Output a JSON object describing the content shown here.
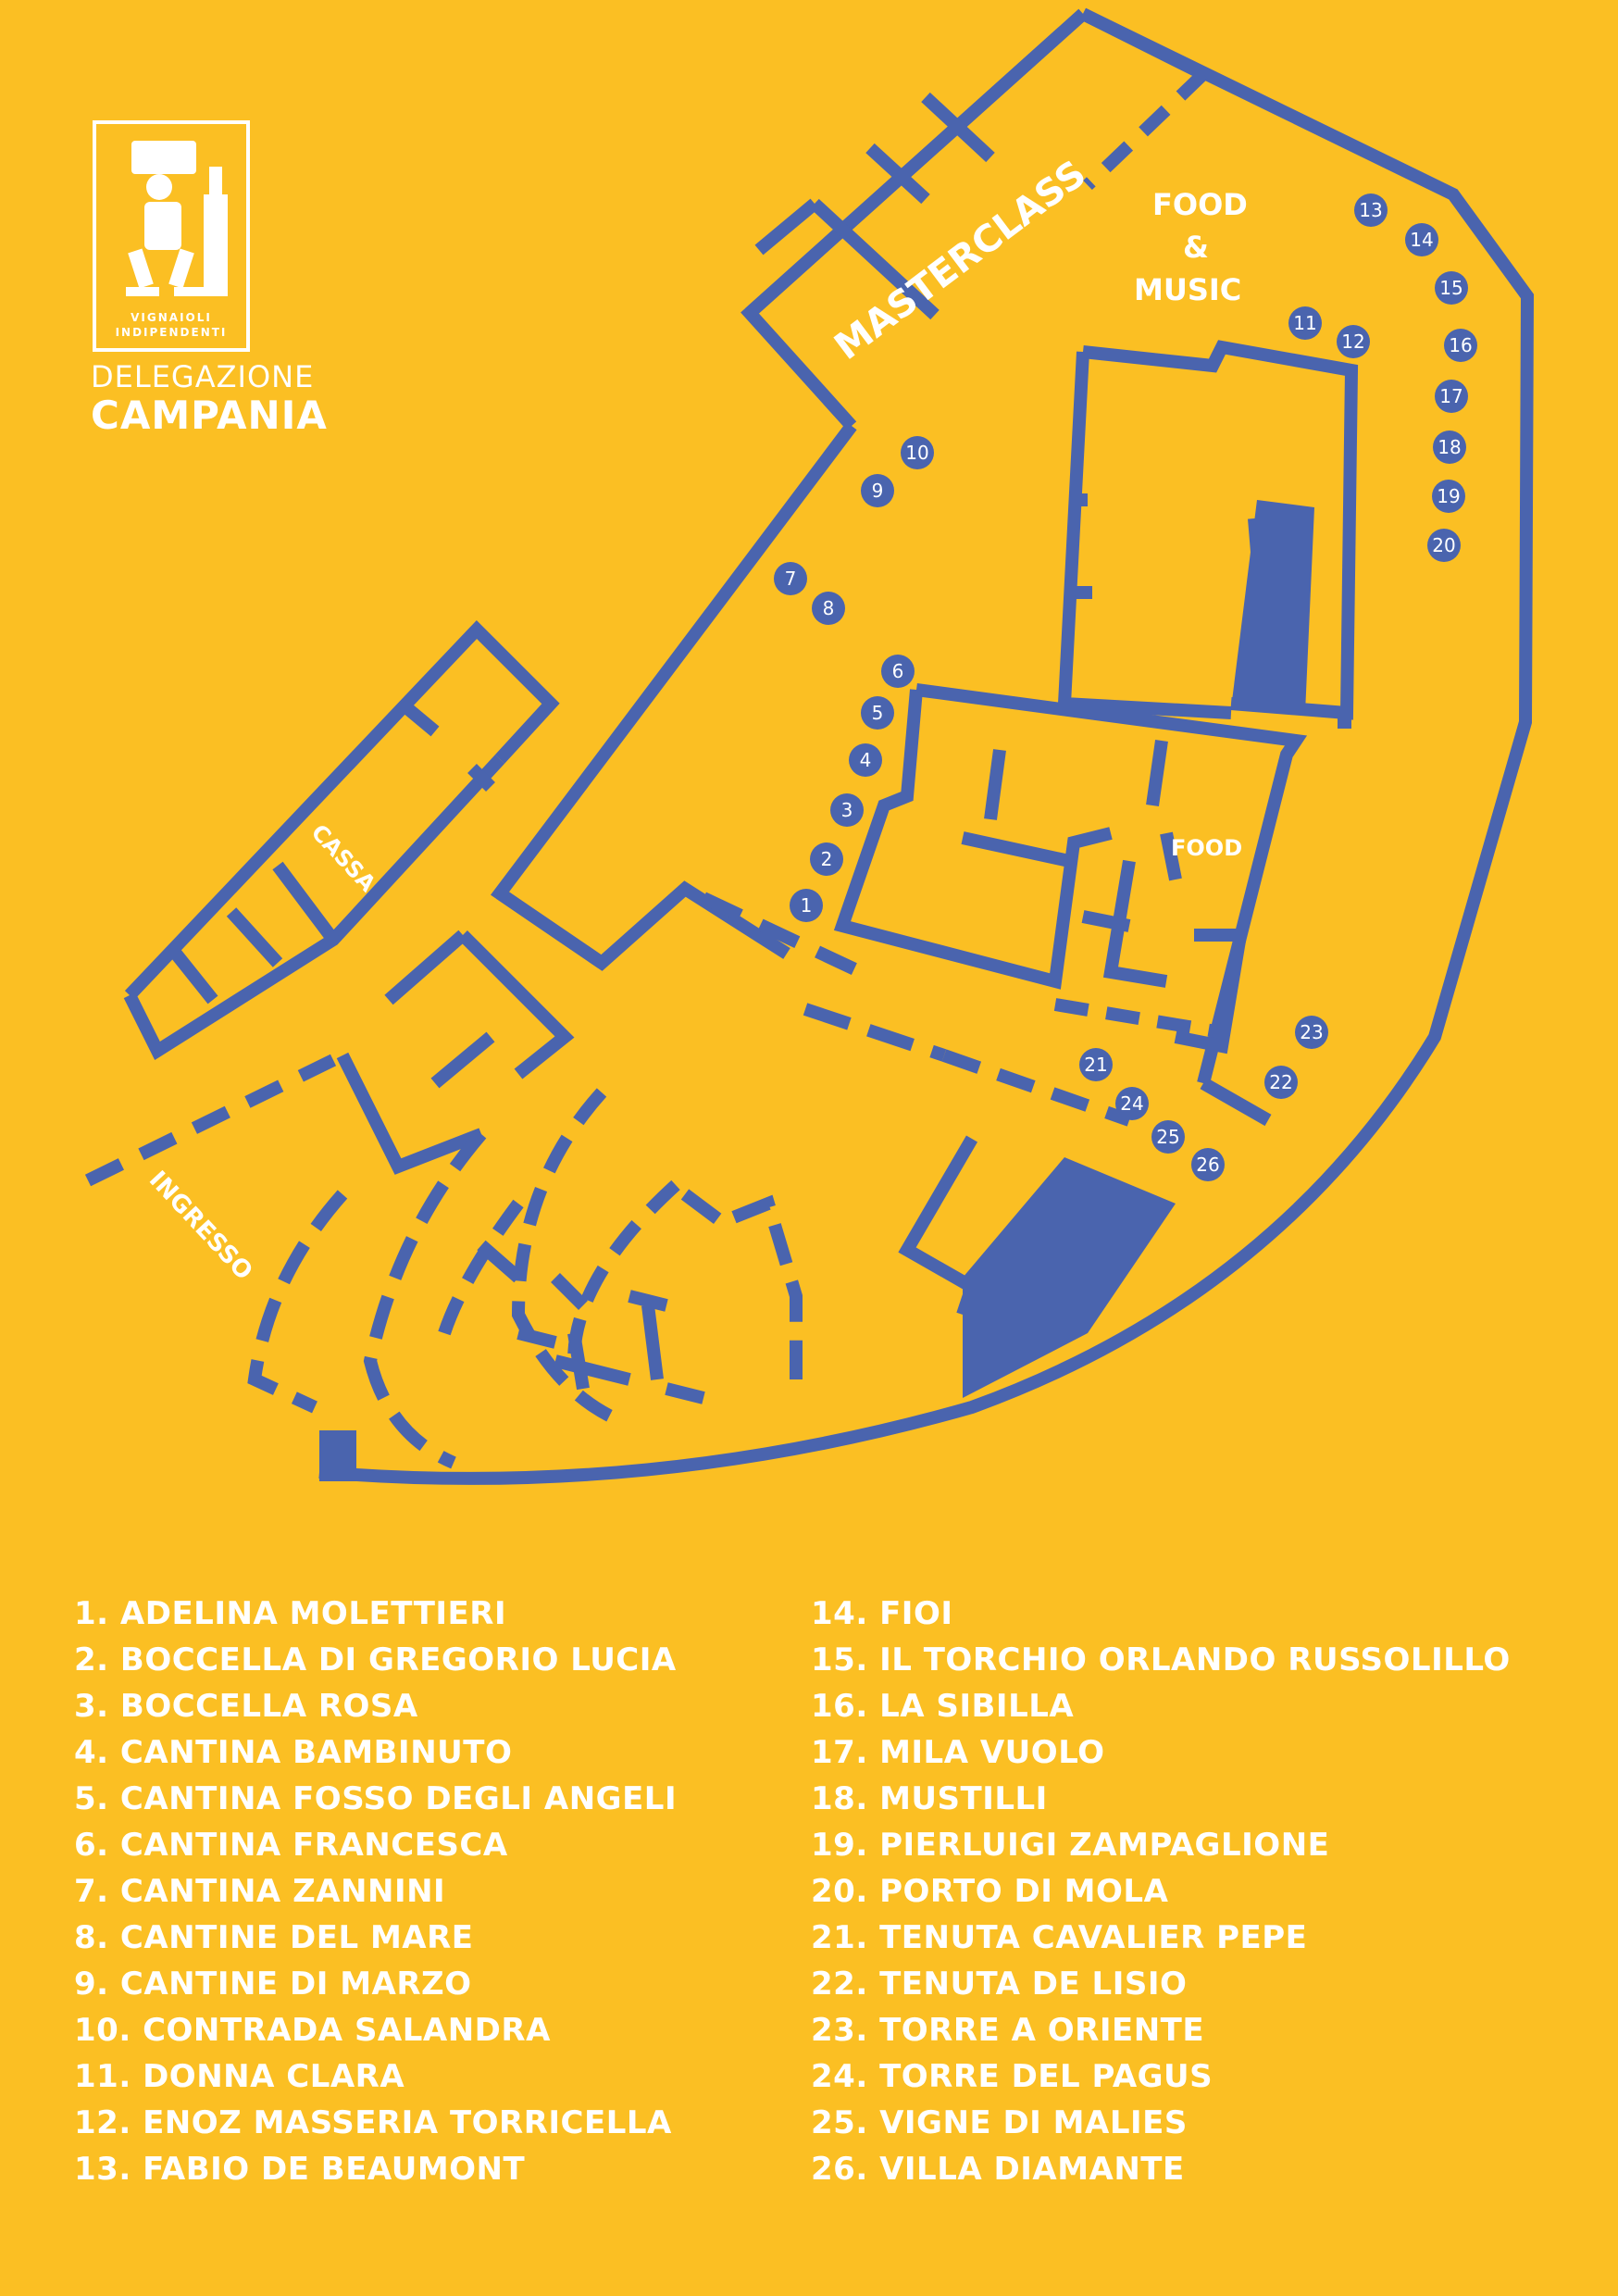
{
  "branding": {
    "logo_line1": "VIGNAIOLI",
    "logo_line2": "INDIPENDENTI",
    "delegation": "DELEGAZIONE",
    "region": "CAMPANIA"
  },
  "map_labels": {
    "masterclass": "MASTERCLASS",
    "food_music_line1": "FOOD",
    "food_music_line2": "&",
    "food_music_line3": "MUSIC",
    "food": "FOOD",
    "cassa": "CASSA",
    "ingresso": "INGRESSO"
  },
  "colors": {
    "background": "#FBBF23",
    "walls": "#4A64AE",
    "text": "#ffffff"
  },
  "pins": [
    "1",
    "2",
    "3",
    "4",
    "5",
    "6",
    "7",
    "8",
    "9",
    "10",
    "11",
    "12",
    "13",
    "14",
    "15",
    "16",
    "17",
    "18",
    "19",
    "20",
    "21",
    "22",
    "23",
    "24",
    "25",
    "26"
  ],
  "exhibitors_left": [
    "1. ADELINA MOLETTIERI",
    "2. BOCCELLA DI GREGORIO LUCIA",
    "3. BOCCELLA ROSA",
    "4. CANTINA BAMBINUTO",
    "5. CANTINA FOSSO DEGLI ANGELI",
    "6. CANTINA FRANCESCA",
    "7. CANTINA ZANNINI",
    "8. CANTINE DEL MARE",
    "9. CANTINE DI MARZO",
    "10. CONTRADA SALANDRA",
    "11. DONNA CLARA",
    "12. ENOZ MASSERIA TORRICELLA",
    "13. FABIO DE BEAUMONT"
  ],
  "exhibitors_right": [
    "14. FIOI",
    "15. IL TORCHIO ORLANDO RUSSOLILLO",
    "16. LA SIBILLA",
    "17. MILA VUOLO",
    "18. MUSTILLI",
    "19. PIERLUIGI ZAMPAGLIONE",
    "20. PORTO DI MOLA",
    "21. TENUTA  CAVALIER PEPE",
    "22. TENUTA DE LISIO",
    "23. TORRE A ORIENTE",
    "24. TORRE DEL PAGUS",
    "25. VIGNE DI MALIES",
    "26. VILLA DIAMANTE"
  ]
}
